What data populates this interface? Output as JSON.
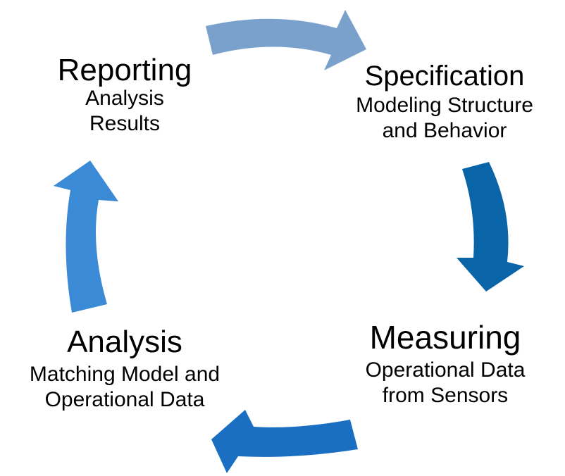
{
  "stages": {
    "reporting": {
      "title": "Reporting",
      "lines": [
        "Analysis",
        "Results"
      ]
    },
    "specification": {
      "title": "Specification",
      "lines": [
        "Modeling Structure",
        "and Behavior"
      ]
    },
    "measuring": {
      "title": "Measuring",
      "lines": [
        "Operational Data",
        "from Sensors"
      ]
    },
    "analysis": {
      "title": "Analysis",
      "lines": [
        "Matching Model and",
        "Operational Data"
      ]
    }
  },
  "colors": {
    "arrow_top": "#7aa1cc",
    "arrow_right": "#0a64a8",
    "arrow_bottom": "#1a6fc2",
    "arrow_left": "#3b8ad6",
    "text": "#000000"
  }
}
